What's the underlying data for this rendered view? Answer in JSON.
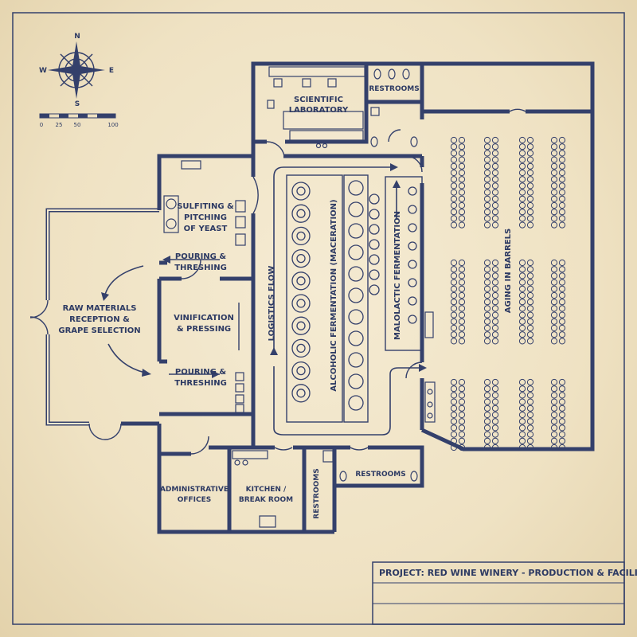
{
  "compass": {
    "n": "N",
    "e": "E",
    "s": "S",
    "w": "W"
  },
  "scale": {
    "ticks": [
      "0",
      "25",
      "50",
      "100"
    ]
  },
  "rooms": {
    "lab": [
      "SCIENTIFIC",
      "LABORATORY"
    ],
    "restrooms_top": "RESTROOMS",
    "sulfiting": [
      "SULFITING &",
      "PITCHING",
      "OF YEAST"
    ],
    "pouring1": [
      "POURING &",
      "THRESHING"
    ],
    "raw": [
      "RAW MATERIALS",
      "RECEPTION &",
      "GRAPE SELECTION"
    ],
    "vinification": [
      "VINIFICATION",
      "& PRESSING"
    ],
    "pouring2": [
      "POURING &",
      "THRESHING"
    ],
    "logistics": "LOGISTICS FLOW",
    "alcoholic": "ALCOHOLIC FERMENTATION (MACERATION)",
    "malolactic": "MALOLACTIC FERMENTATION",
    "aging": "AGING IN BARRELS",
    "admin": [
      "ADMINISTRATIVE",
      "OFFICES"
    ],
    "kitchen": [
      "KITCHEN /",
      "BREAK ROOM"
    ],
    "restrooms_vert": "RESTROOMS",
    "restrooms_bottom": "RESTROOMS"
  },
  "title_block": {
    "project": "PROJECT: RED WINE WINERY - PRODUCTION & FACILITIES"
  },
  "colors": {
    "ink": "#34406b",
    "paper": "#efe3c6"
  }
}
